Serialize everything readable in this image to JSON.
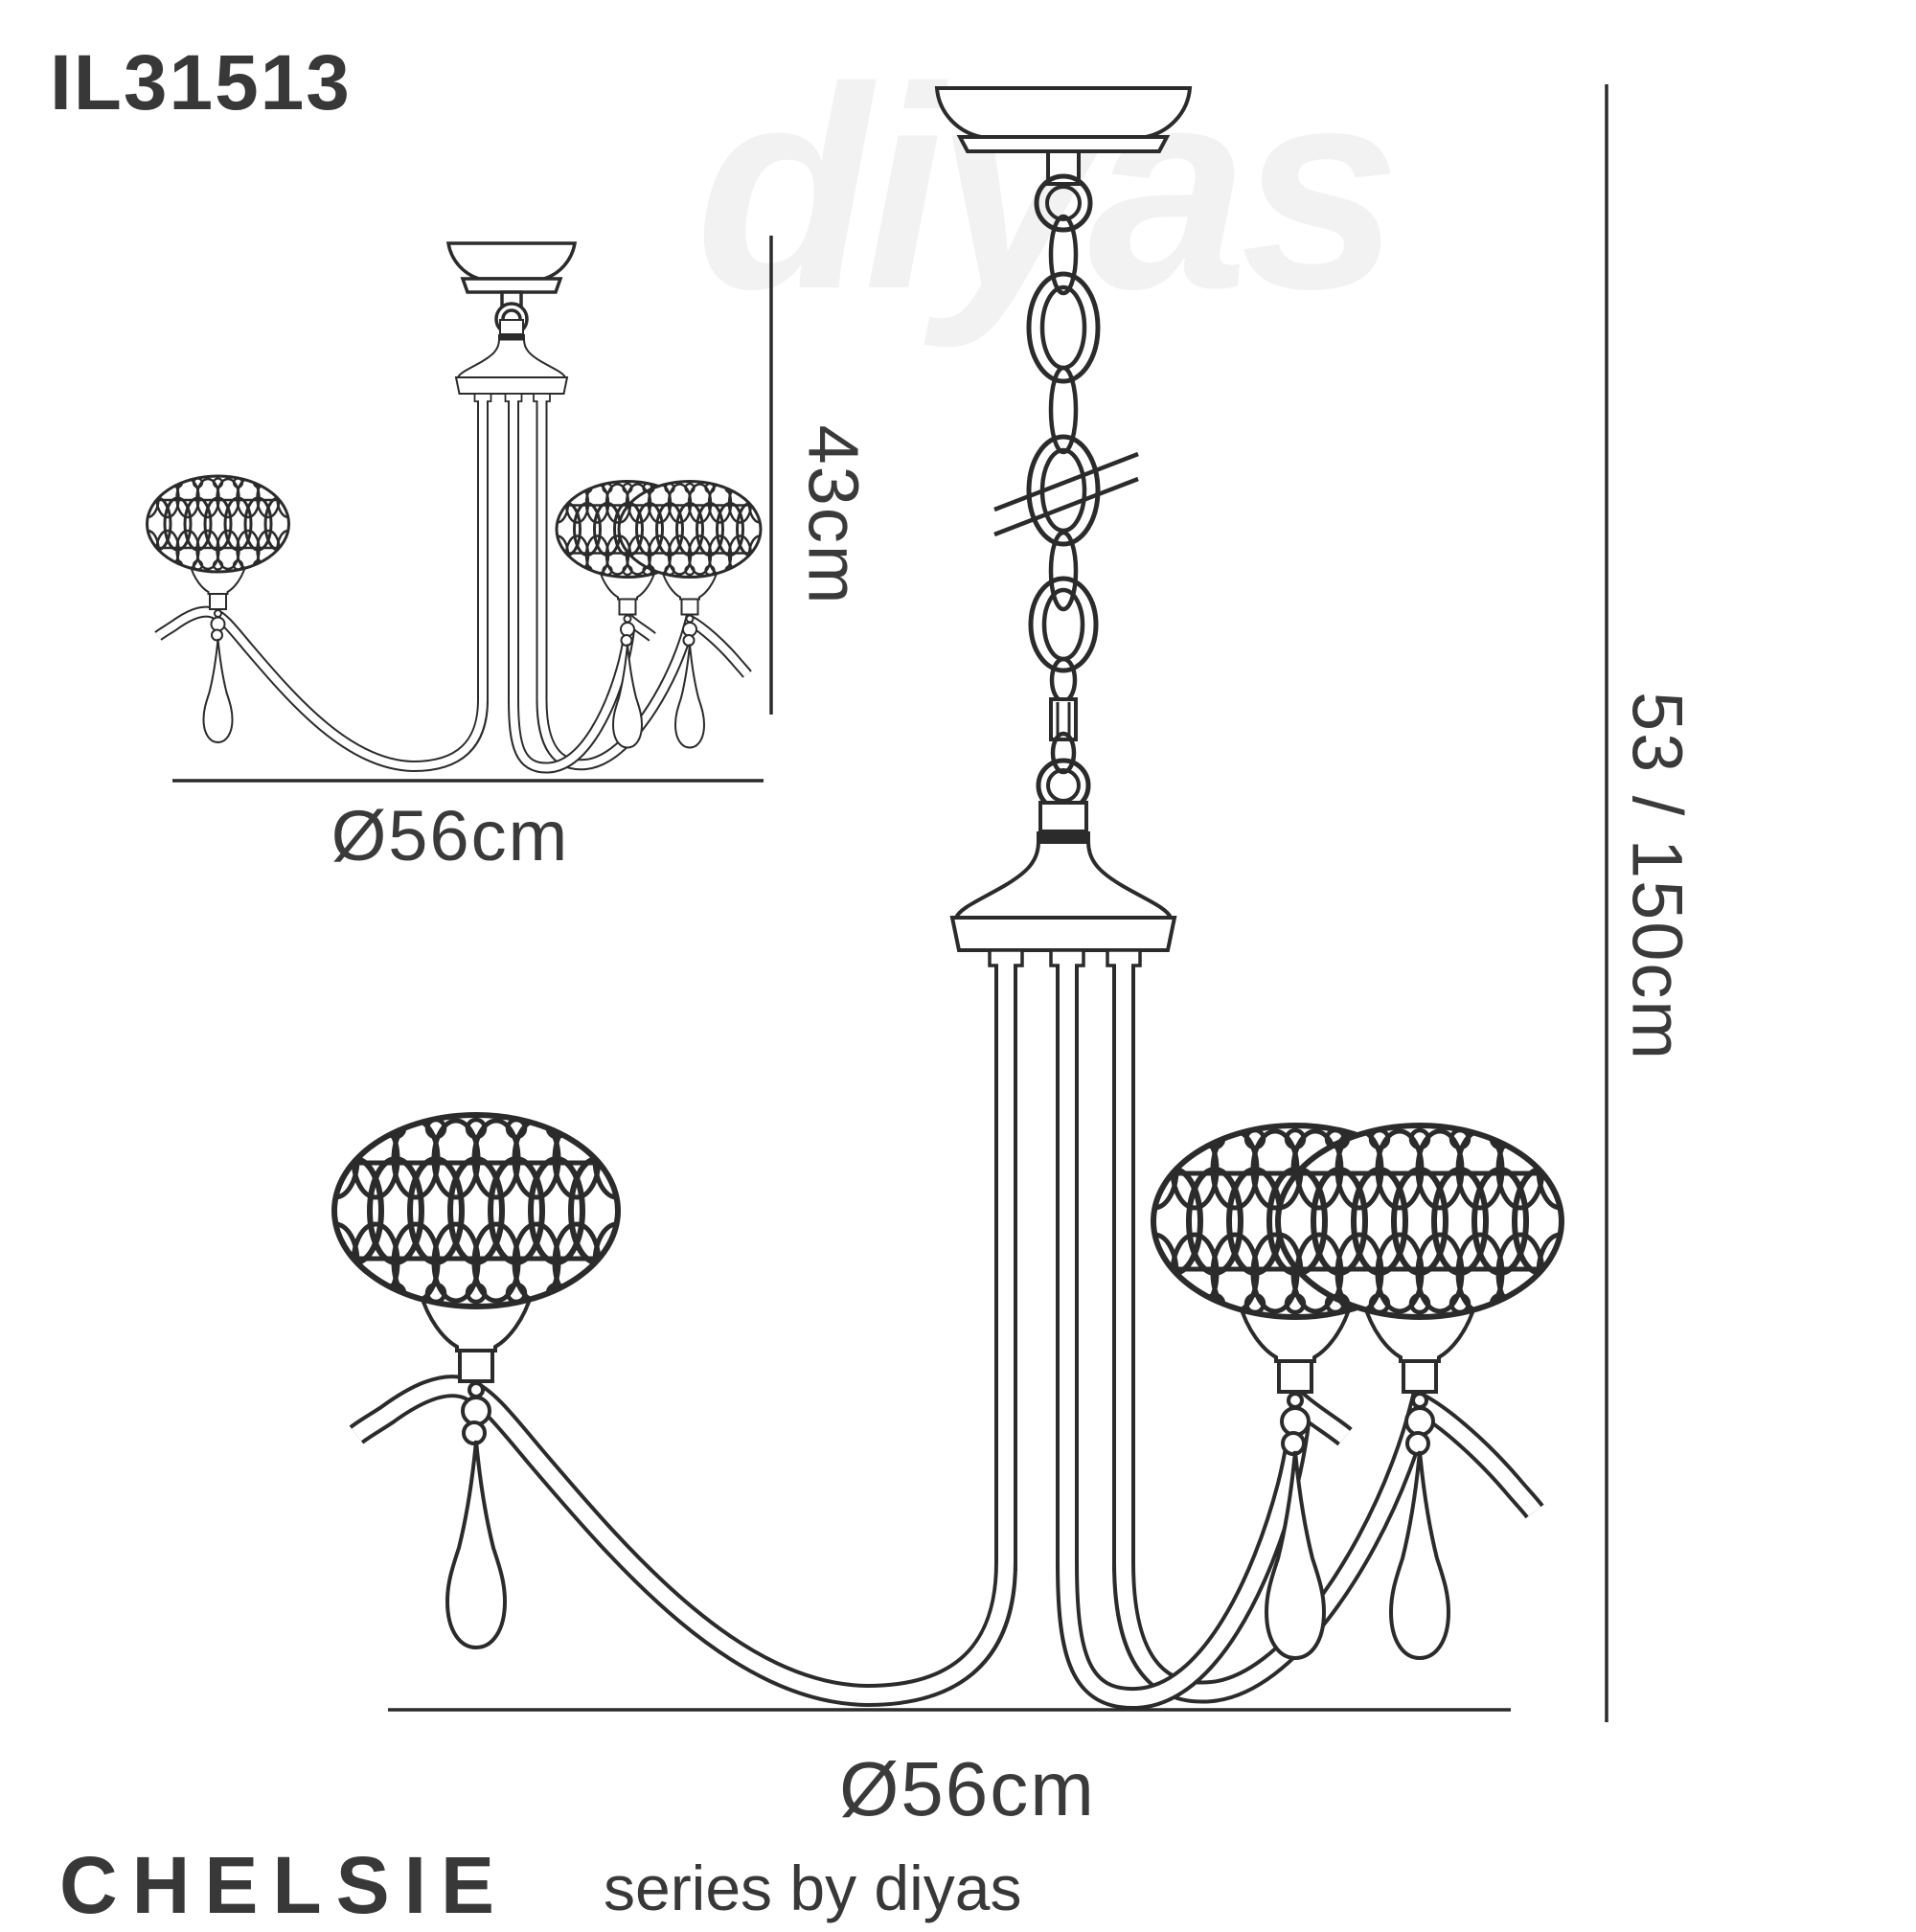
{
  "product_code": "IL31513",
  "watermark": "diyas",
  "colors": {
    "line": "#2b2b2b",
    "text": "#3a3a3a",
    "watermark": "#f2f2f2",
    "background": "#ffffff"
  },
  "compact_view": {
    "description": "semi-flush 3-light fitting, small reference drawing",
    "height_label": "43cm",
    "diameter_label": "Ø56cm"
  },
  "pendant_view": {
    "description": "chain-suspended 3-light chandelier, main drawing",
    "height_label": "53 / 150cm",
    "diameter_label": "Ø56cm"
  },
  "footer": {
    "series_name": "CHELSIE",
    "byline": "series by diyas"
  }
}
